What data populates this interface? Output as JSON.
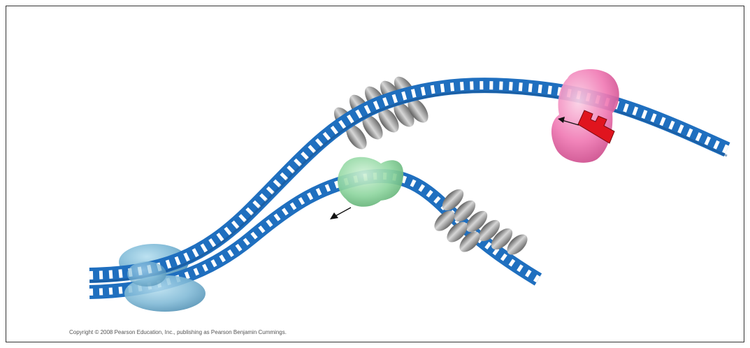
{
  "figure": {
    "copyright": "Copyright © 2008 Pearson Education, Inc., publishing as Pearson Benjamin Cummings."
  },
  "colors": {
    "dna_backbone": "#1f6fbf",
    "dna_backbone_dark": "#154f8c",
    "rung": "#ffffff",
    "helicase": "#7fb9d6",
    "primase_polymerase_lagging": "#8fd6a0",
    "polymerase_leading": "#f07ab4",
    "primer": "#e0141e",
    "ssb": "#8a8a8a",
    "frame": "#333333"
  },
  "components": [
    {
      "name": "helicase",
      "icon": "blob"
    },
    {
      "name": "single-strand-binding-proteins",
      "icon": "bead-stack"
    },
    {
      "name": "dna-polymerase-pink",
      "icon": "blob"
    },
    {
      "name": "dna-polymerase-green",
      "icon": "blob"
    },
    {
      "name": "rna-primer",
      "icon": "block"
    },
    {
      "name": "synthesis-direction-arrow",
      "icon": "arrow"
    }
  ]
}
